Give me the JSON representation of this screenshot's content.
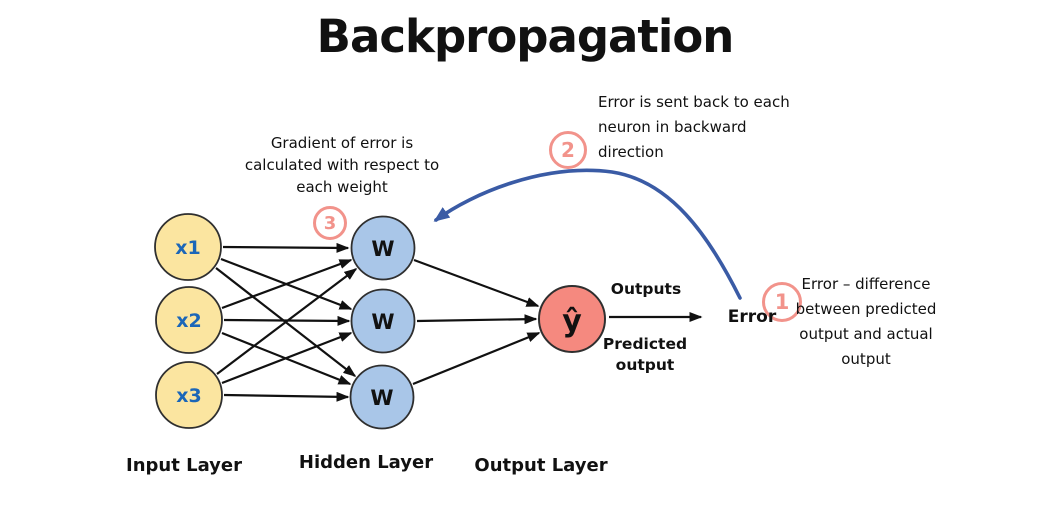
{
  "title": "Backpropagation",
  "network": {
    "input_nodes": [
      "x1",
      "x2",
      "x3"
    ],
    "hidden_nodes": [
      "W",
      "W",
      "W"
    ],
    "output_node": "ŷ",
    "layer_labels": {
      "input": "Input Layer",
      "hidden": "Hidden Layer",
      "output": "Output Layer"
    }
  },
  "flow": {
    "outputs_label": "Outputs",
    "predicted_label": "Predicted output",
    "error_label": "Error"
  },
  "steps": {
    "one": {
      "number": "1",
      "text": "Error – difference between predicted output and actual output"
    },
    "two": {
      "number": "2",
      "text": "Error is sent back to each neuron in backward direction"
    },
    "three": {
      "number": "3",
      "text": "Gradient of error is calculated with respect to each weight"
    }
  },
  "colors": {
    "input_fill": "#fbe5a0",
    "hidden_fill": "#a9c6e8",
    "output_fill": "#f5897f",
    "node_stroke": "#2f2f2f",
    "edge": "#111111",
    "badge": "#f2938b",
    "curve": "#3a5ba5",
    "input_text": "#1b66b8",
    "text": "#111111"
  }
}
